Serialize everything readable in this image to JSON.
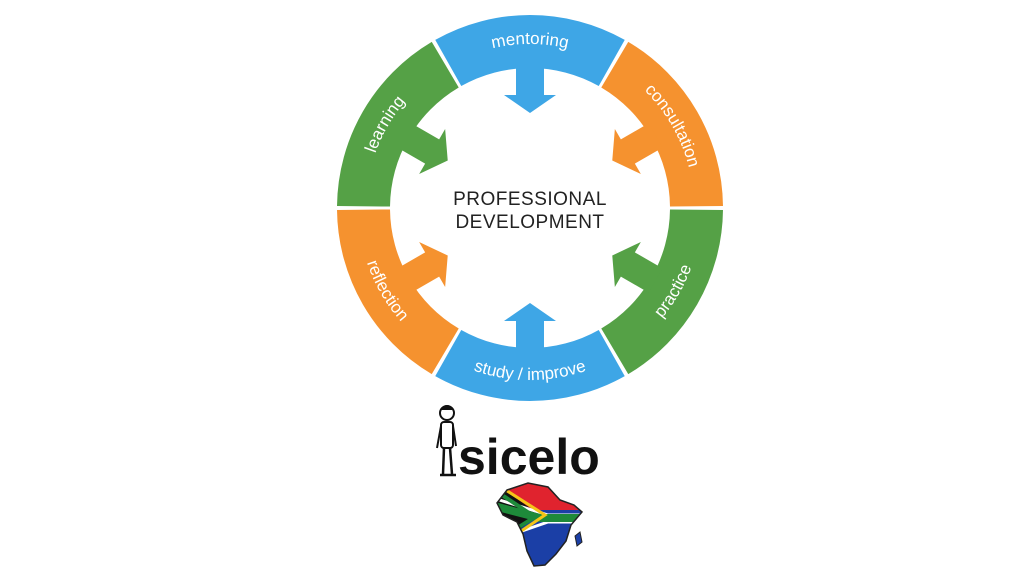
{
  "diagram": {
    "center": {
      "line1": "PROFESSIONAL",
      "line2": "DEVELOPMENT"
    },
    "segments": [
      {
        "label": "mentoring",
        "color": "#3ea6e6"
      },
      {
        "label": "consultation",
        "color": "#f5922f"
      },
      {
        "label": "practice",
        "color": "#55a146"
      },
      {
        "label": "study / improve",
        "color": "#3ea6e6"
      },
      {
        "label": "reflection",
        "color": "#f5922f"
      },
      {
        "label": "learning",
        "color": "#55a146"
      }
    ]
  },
  "logo": {
    "text": "sicelo",
    "icons": [
      "person-figure-icon",
      "south-africa-flag-africa-map-icon"
    ]
  }
}
